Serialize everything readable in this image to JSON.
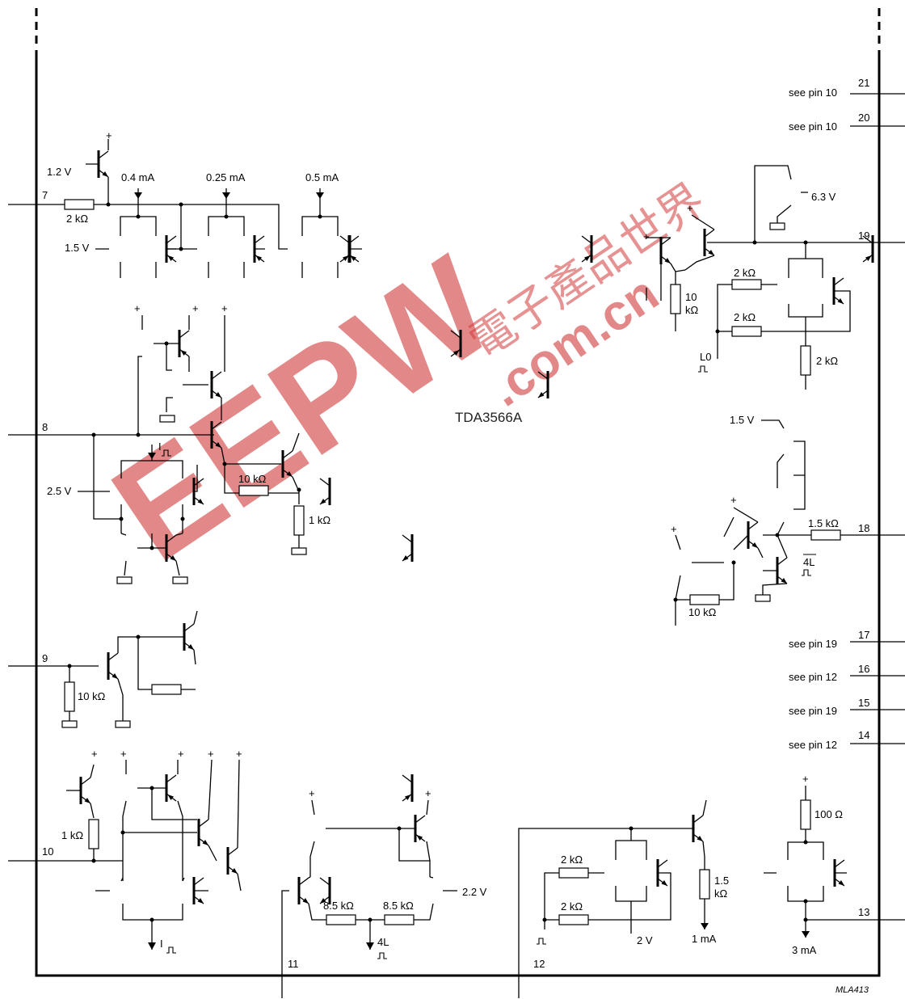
{
  "chip": "TDA3566A",
  "figure_code": "MLA413",
  "watermark": {
    "brand": "EEPW",
    "domain": ".com.cn",
    "chinese": "電子產品世界"
  },
  "pins": {
    "p7": "7",
    "p8": "8",
    "p9": "9",
    "p10": "10",
    "p11": "11",
    "p12": "12",
    "p13": "13",
    "p14": "14",
    "p15": "15",
    "p16": "16",
    "p17": "17",
    "p18": "18",
    "p19": "19",
    "p20": "20",
    "p21": "21"
  },
  "pin_notes": {
    "p21": "see pin 10",
    "p20": "see pin 10",
    "p17": "see pin 19",
    "p16": "see pin 12",
    "p15": "see pin 19",
    "p14": "see pin 12"
  },
  "labels": {
    "v1_2": "1.2 V",
    "ma0_4": "0.4 mA",
    "ma0_25": "0.25 mA",
    "ma0_5": "0.5 mA",
    "r2k_7": "2 kΩ",
    "v1_5_7": "1.5 V",
    "plus_7": "+",
    "v2_5": "2.5 V",
    "i_pulse_8": "I",
    "r10k_8": "10 kΩ",
    "r1k_8": "1 kΩ",
    "r10k_9": "10 kΩ",
    "r1k_10": "1 kΩ",
    "i_pulse_10": "I",
    "r8_5a": "8.5 kΩ",
    "r8_5b": "8.5 kΩ",
    "v2_2": "2.2 V",
    "l4_11": "4L",
    "r2k_12a": "2 kΩ",
    "r2k_12b": "2 kΩ",
    "v2_12": "2 V",
    "r1_5": "1.5",
    "r1_5u": "kΩ",
    "ma1": "1 mA",
    "r100": "100 Ω",
    "ma3": "3 mA",
    "v6_3": "6.3 V",
    "r10k_19a": "10",
    "r10k_19b": "kΩ",
    "r2k_19a": "2 kΩ",
    "r2k_19b": "2 kΩ",
    "r2k_19c": "2 kΩ",
    "l0": "L0",
    "v1_5_18": "1.5 V",
    "r1_5k_18": "1.5 kΩ",
    "l4_18": "4L",
    "r10k_18": "10 kΩ"
  }
}
